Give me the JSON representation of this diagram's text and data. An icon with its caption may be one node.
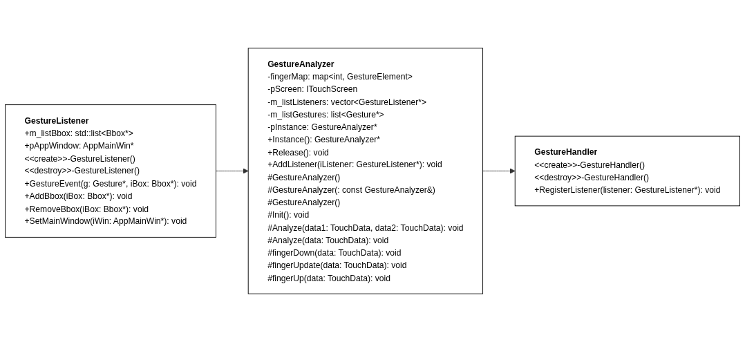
{
  "diagram": {
    "nodes": [
      {
        "text": [
          "GestureAnalyzer",
          "-fingerMap: map<int, GestureElement>",
          "-pScreen: ITouchScreen",
          "-m_listListeners: vector<GestureListener*>",
          "-m_listGestures: list<Gesture*>",
          "-pInstance: GestureAnalyzer*",
          "+Instance(): GestureAnalyzer*",
          "+Release(): void",
          "+AddListener(iListener: GestureListener*): void",
          "#GestureAnalyzer()",
          "#GestureAnalyzer(: const GestureAnalyzer&)",
          "#GestureAnalyzer()",
          "#Init(): void",
          "#Analyze(data1: TouchData, data2: TouchData): void",
          "#Analyze(data: TouchData): void",
          "#fingerDown(data: TouchData): void",
          "#fingerUpdate(data: TouchData): void",
          "#fingerUp(data: TouchData): void"
        ]
      },
      {
        "text": [
          "GestureHandler",
          "<<create>>-GestureHandler()",
          "<<destroy>>-GestureHandler()",
          "+RegisterListener(listener: GestureListener*): void"
        ]
      },
      {
        "text": [
          "GestureListener",
          "+m_listBbox: std::list<Bbox*>",
          "+pAppWindow: AppMainWin*",
          "<<create>>-GestureListener()",
          "<<destroy>>-GestureListener()",
          "+GestureEvent(g: Gesture*, iBox: Bbox*): void",
          "+AddBbox(iBox: Bbox*): void",
          "+RemoveBbox(iBox: Bbox*): void",
          "+SetMainWindow(iWin: AppMainWin*): void"
        ]
      }
    ],
    "edges": [
      {
        "from": 0,
        "to": 1,
        "arrow": "to"
      },
      {
        "from": 2,
        "to": 0,
        "arrow": "to"
      }
    ]
  }
}
